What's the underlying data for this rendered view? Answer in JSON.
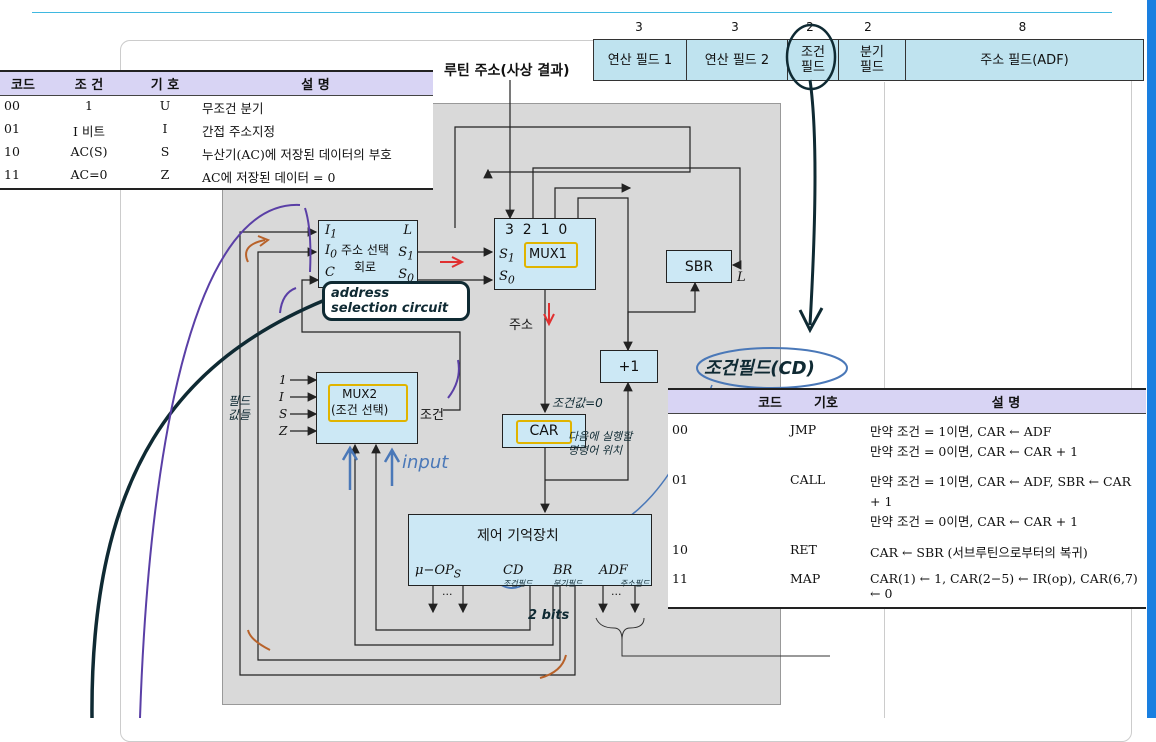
{
  "microinstruction_format": {
    "bits": [
      "3",
      "3",
      "2",
      "2",
      "8"
    ],
    "fields": [
      "연산 필드 1",
      "연산 필드 2",
      "조건\n필드",
      "분기\n필드",
      "주소 필드(ADF)"
    ]
  },
  "condition_table": {
    "headers": [
      "코드",
      "조 건",
      "기 호",
      "설 명"
    ],
    "rows": [
      [
        "00",
        "1",
        "U",
        "무조건 분기"
      ],
      [
        "01",
        "I 비트",
        "I",
        "간접 주소지정"
      ],
      [
        "10",
        "AC(S)",
        "S",
        "누산기(AC)에 저장된 데이터의 부호"
      ],
      [
        "11",
        "AC=0",
        "Z",
        "AC에 저장된 데이터 = 0"
      ]
    ]
  },
  "branch_table": {
    "headers": [
      "코드",
      "기호",
      "설 명"
    ],
    "rows": [
      {
        "code": "00",
        "sym": "JMP",
        "desc": [
          "만약 조건 = 1이면, CAR ← ADF",
          "만약 조건 = 0이면, CAR ← CAR + 1"
        ]
      },
      {
        "code": "01",
        "sym": "CALL",
        "desc": [
          "만약 조건 = 1이면, CAR ← ADF, SBR ← CAR + 1",
          "만약 조건 = 0이면, CAR ← CAR + 1"
        ]
      },
      {
        "code": "10",
        "sym": "RET",
        "desc": [
          "CAR ← SBR (서브루틴으로부터의  복귀)"
        ]
      },
      {
        "code": "11",
        "sym": "MAP",
        "desc": [
          "CAR(1) ← 1, CAR(2−5) ← IR(op), CAR(6,7) ← 0"
        ]
      }
    ]
  },
  "diagram": {
    "routine_address": "루틴 주소(사상 결과)",
    "addr_select": {
      "title": "주소 선택\n회로",
      "in1": "I",
      "in0": "I",
      "sub1": "1",
      "sub0": "0",
      "c": "C",
      "l": "L",
      "s1": "S",
      "s0": "S",
      "s1sub": "1",
      "s0sub": "0"
    },
    "mux1": {
      "label": "MUX1",
      "inputs": "3  2  1  0",
      "s1": "S",
      "s0": "S",
      "s1sub": "1",
      "s0sub": "0"
    },
    "sbr": {
      "label": "SBR",
      "l": "L"
    },
    "plus1": "+1",
    "address_label": "주소",
    "mux2": {
      "label": "MUX2\n(조건 선택)",
      "inputs": [
        "1",
        "I",
        "S",
        "Z"
      ],
      "out": "조건"
    },
    "car": "CAR",
    "control_memory": {
      "title": "제어 기억장치",
      "mu": "μ−OP",
      "mu_sub": "S",
      "cd": "CD",
      "br": "BR",
      "adf": "ADF",
      "dots": "···"
    }
  },
  "annotations": {
    "address_selection_circuit": "address\nselection circuit",
    "condition_field_cd": "조건필드(CD)",
    "input": "input",
    "two_bits": "2 bits",
    "car_zero": "조건값=0",
    "car_note": "다음에 실행할\n명령어 위치",
    "field_values": "필드\n값들",
    "cd_note": "조건필드",
    "br_note": "분기필드",
    "adf_note": "주소필드"
  },
  "colors": {
    "block_fill": "#cce8f5",
    "panel": "#d9d9d9",
    "header": "#d8d4f4",
    "highlight": "#e0b400",
    "ink_blue": "#4a78b8",
    "ink_dark": "#0f2a33",
    "ink_purple": "#5a3fa6",
    "ink_orange": "#b8622a",
    "red": "#e03030",
    "top_line": "#3fb8e0",
    "right_bar": "#1a7fe0"
  }
}
